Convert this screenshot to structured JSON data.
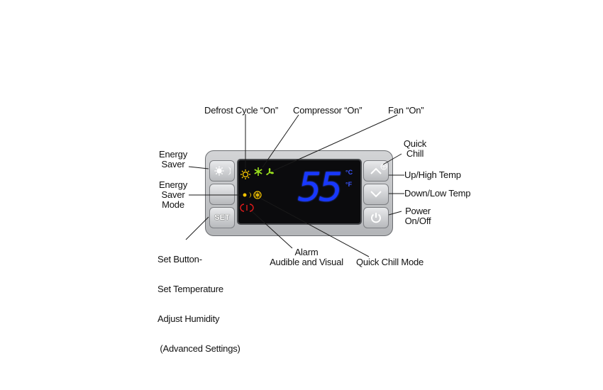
{
  "labels": {
    "defrost": "Defrost Cycle “On”",
    "compressor": "Compressor “On”",
    "fan": "Fan “On”",
    "quick_chill": [
      "Quick",
      "Chill"
    ],
    "up_high_temp": "Up/High Temp",
    "down_low_temp": "Down/Low Temp",
    "power": [
      "Power",
      "On/Off"
    ],
    "energy_saver": [
      "Energy",
      "Saver"
    ],
    "energy_saver_mode": [
      "Energy",
      "Saver",
      "Mode"
    ],
    "set_button": [
      "Set Button-",
      "Set Temperature",
      "Adjust Humidity",
      " (Advanced Settings)"
    ],
    "alarm": [
      "Alarm",
      "Audible and Visual"
    ],
    "quick_chill_mode": "Quick Chill Mode"
  },
  "display": {
    "temperature": "55",
    "unit_c": "°C",
    "unit_f": "°F"
  },
  "buttons": {
    "set_label": "SET"
  },
  "icons": {
    "energy_saver_button": "sun-moon-icon",
    "up_button": "chevron-up-icon",
    "down_button": "chevron-down-icon",
    "power_button": "power-icon",
    "defrost_indicator": "defrost-icon",
    "compressor_indicator": "snowflake-icon",
    "fan_indicator": "fan-icon",
    "energy_saver_mode_indicator": "sun-moon-icon",
    "quick_chill_indicator": "quick-chill-icon",
    "alarm_indicator": "alarm-icon"
  },
  "colors": {
    "display_digits": "#1838ff",
    "defrost": "#f2c200",
    "compressor": "#9be21e",
    "fan": "#9be21e",
    "energy_saver_mode": "#f2c200",
    "quick_chill": "#f2c200",
    "alarm": "#e01b1b"
  }
}
